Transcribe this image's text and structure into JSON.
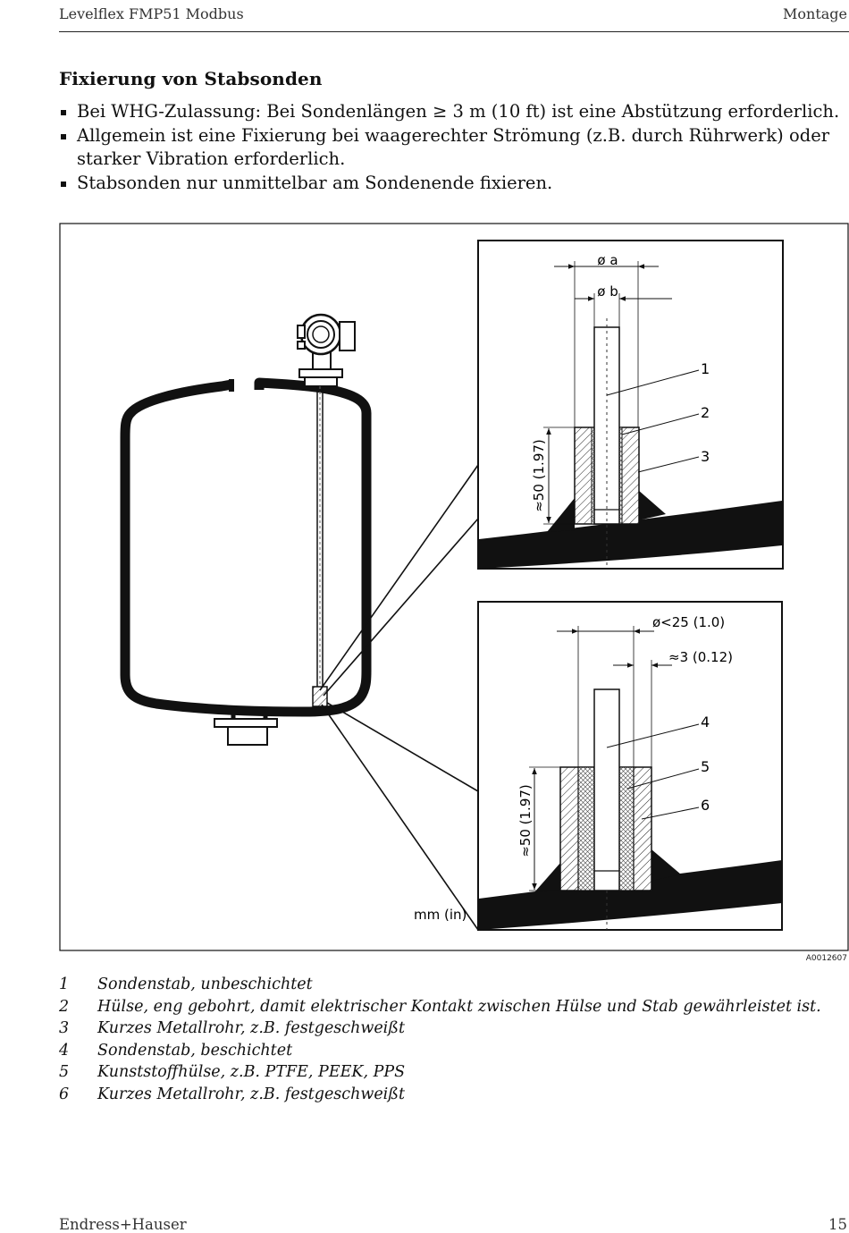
{
  "header": {
    "left": "Levelflex FMP51 Modbus",
    "right": "Montage"
  },
  "section_title": "Fixierung von Stabsonden",
  "bullets": [
    "Bei WHG-Zulassung: Bei Sondenlängen ≥ 3 m (10 ft) ist eine Abstützung erforderlich.",
    "Allgemein ist eine Fixierung bei waagerechter Strömung (z.B. durch Rührwerk) oder starker Vibration erforderlich.",
    "Stabsonden nur unmittelbar am Sondenende fixieren."
  ],
  "figure": {
    "top_detail": {
      "dim_a": "ø a",
      "dim_b": "ø b",
      "height": "≈50 (1.97)",
      "callouts": [
        "1",
        "2",
        "3"
      ]
    },
    "bottom_detail": {
      "dim_outer": "ø<25 (1.0)",
      "dim_gap": "≈3 (0.12)",
      "height": "≈50 (1.97)",
      "callouts": [
        "4",
        "5",
        "6"
      ]
    },
    "units": "mm (in)",
    "figure_id": "A0012607"
  },
  "legend": [
    {
      "num": "1",
      "text": "Sondenstab, unbeschichtet"
    },
    {
      "num": "2",
      "text": "Hülse, eng gebohrt, damit elektrischer Kontakt zwischen Hülse und Stab gewährleistet ist."
    },
    {
      "num": "3",
      "text": "Kurzes Metallrohr, z.B. festgeschweißt"
    },
    {
      "num": "4",
      "text": "Sondenstab, beschichtet"
    },
    {
      "num": "5",
      "text": "Kunststoffhülse, z.B. PTFE, PEEK, PPS"
    },
    {
      "num": "6",
      "text": "Kurzes Metallrohr, z.B. festgeschweißt"
    }
  ],
  "footer": {
    "left": "Endress+Hauser",
    "right": "15"
  }
}
